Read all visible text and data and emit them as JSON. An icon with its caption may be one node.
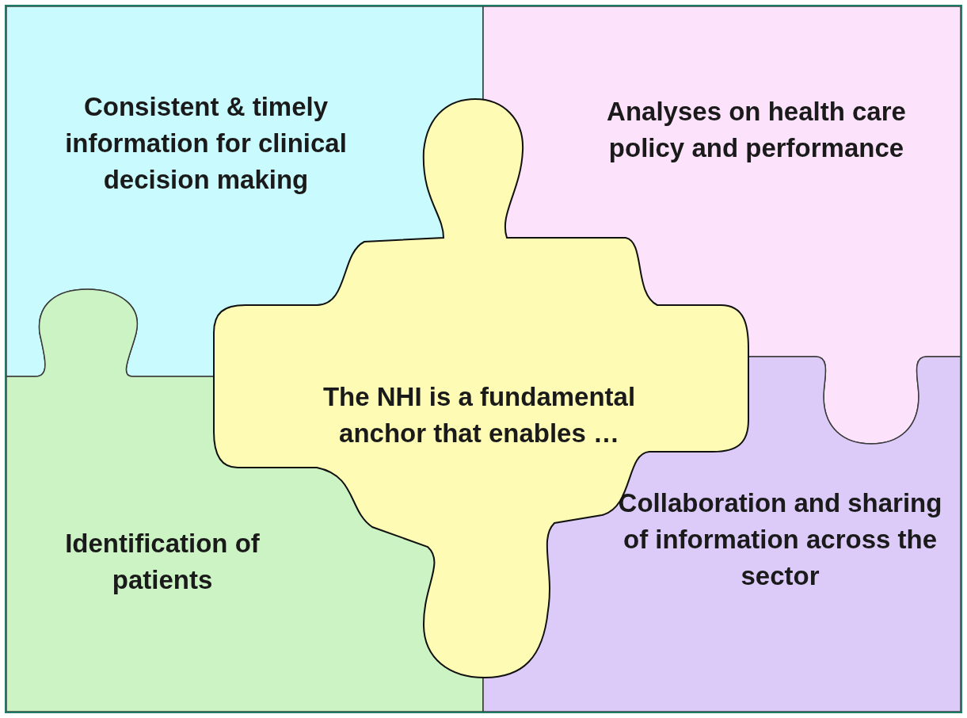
{
  "diagram": {
    "nodes": [
      {
        "text": [
          "Consistent & timely information for clinical decision making"
        ]
      },
      {
        "text": [
          "Analyses on health care policy and performance"
        ]
      },
      {
        "text": [
          "Identification of patients"
        ]
      },
      {
        "text": [
          "Collaboration and sharing of information across the sector"
        ]
      },
      {
        "text": [
          "The NHI is a fundamental anchor that enables …"
        ]
      }
    ]
  }
}
